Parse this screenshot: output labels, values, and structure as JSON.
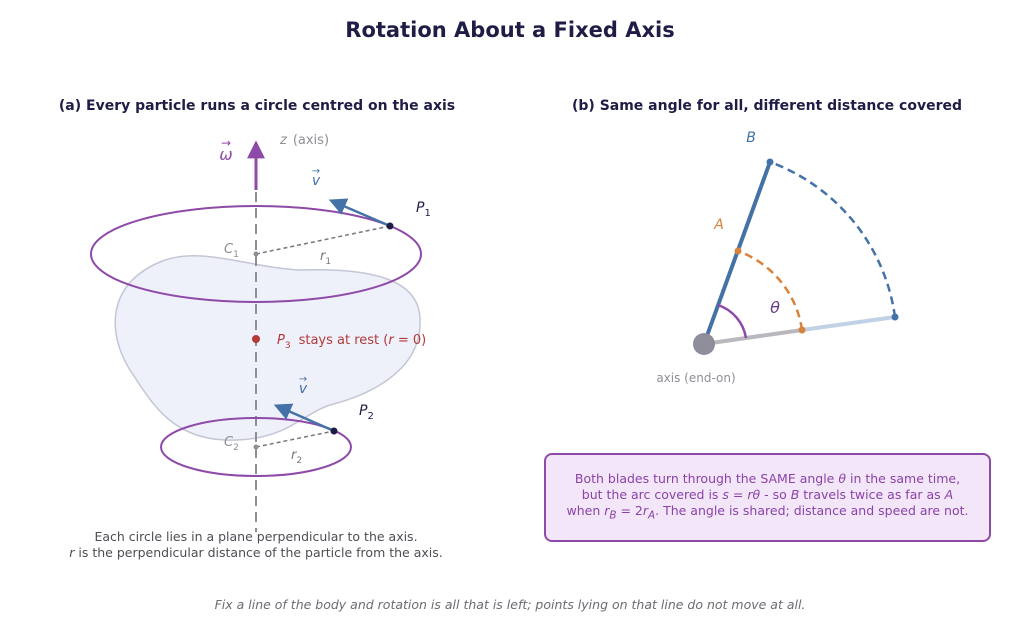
{
  "title": "Rotation About a Fixed Axis",
  "panel_a": {
    "heading": "(a)  Every particle runs a circle centred on the axis",
    "omega_symbol": "ω",
    "axis_label": "(axis)",
    "axis_var": "z",
    "velocity_symbol": "v",
    "p1": {
      "letter": "P",
      "sub": "1"
    },
    "p2": {
      "letter": "P",
      "sub": "2"
    },
    "p3": {
      "letter": "P",
      "sub": "3",
      "text": "stays at rest  (",
      "r_var": "r",
      "eq": " = 0)"
    },
    "c1": {
      "letter": "C",
      "sub": "1"
    },
    "c2": {
      "letter": "C",
      "sub": "2"
    },
    "r1": {
      "letter": "r",
      "sub": "1"
    },
    "r2": {
      "letter": "r",
      "sub": "2"
    },
    "caption_line1": "Each circle lies in a plane perpendicular to the axis.",
    "caption_line2_var": "r",
    "caption_line2": " is the perpendicular distance of the particle from the axis."
  },
  "panel_b": {
    "heading": "(b)  Same angle for all, different distance covered",
    "label_a": "A",
    "label_b": "B",
    "theta": "θ",
    "axis_caption": "axis (end-on)",
    "info": {
      "line1": {
        "t1": "Both blades turn through the SAME angle ",
        "v1": "θ",
        "t2": " in the same time,"
      },
      "line2": {
        "t1": "but the arc covered is ",
        "v1": "s",
        "t2": " = ",
        "v2": "rθ",
        "t3": " - so ",
        "v3": "B",
        "t4": " travels twice as far as ",
        "v4": "A"
      },
      "line3": {
        "t1": "when ",
        "v1": "r",
        "s1": "B",
        "t2": " = 2",
        "v2": "r",
        "s2": "A",
        "t3": ". The angle is shared; distance and speed are not."
      }
    }
  },
  "footer": "Fix a line of the body and rotation is all that is left; points lying on that line do not move at all.",
  "colors": {
    "purple": "#8e4aa8",
    "blue": "#4472a8",
    "orange": "#d9823b",
    "red": "#b23a3a",
    "gray": "#8e8e96",
    "navy": "#1f1d45"
  }
}
